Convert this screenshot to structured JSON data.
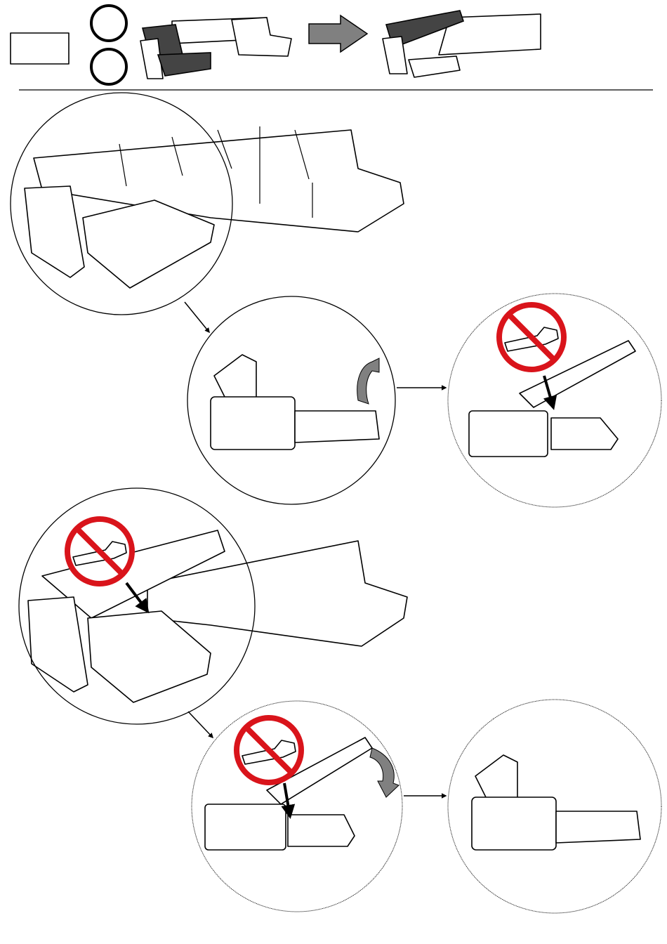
{
  "colors": {
    "line": "#000000",
    "highlight": "#444444",
    "arrow_gray": "#808080",
    "prohibit_red": "#d9141b",
    "background": "#ffffff"
  },
  "icons": {
    "step_box": "empty-label-box",
    "option_circles": "empty-circle",
    "transition_arrow": "right-arrow-icon",
    "warning": "no-hand-icon",
    "rotate": "curved-arrow-icon"
  },
  "steps": [
    {
      "name": "overview-sofa"
    },
    {
      "name": "lift-seat"
    },
    {
      "name": "seat-open-warning"
    },
    {
      "name": "storage-open-warning"
    },
    {
      "name": "close-seat-warning"
    },
    {
      "name": "seat-closed"
    }
  ]
}
